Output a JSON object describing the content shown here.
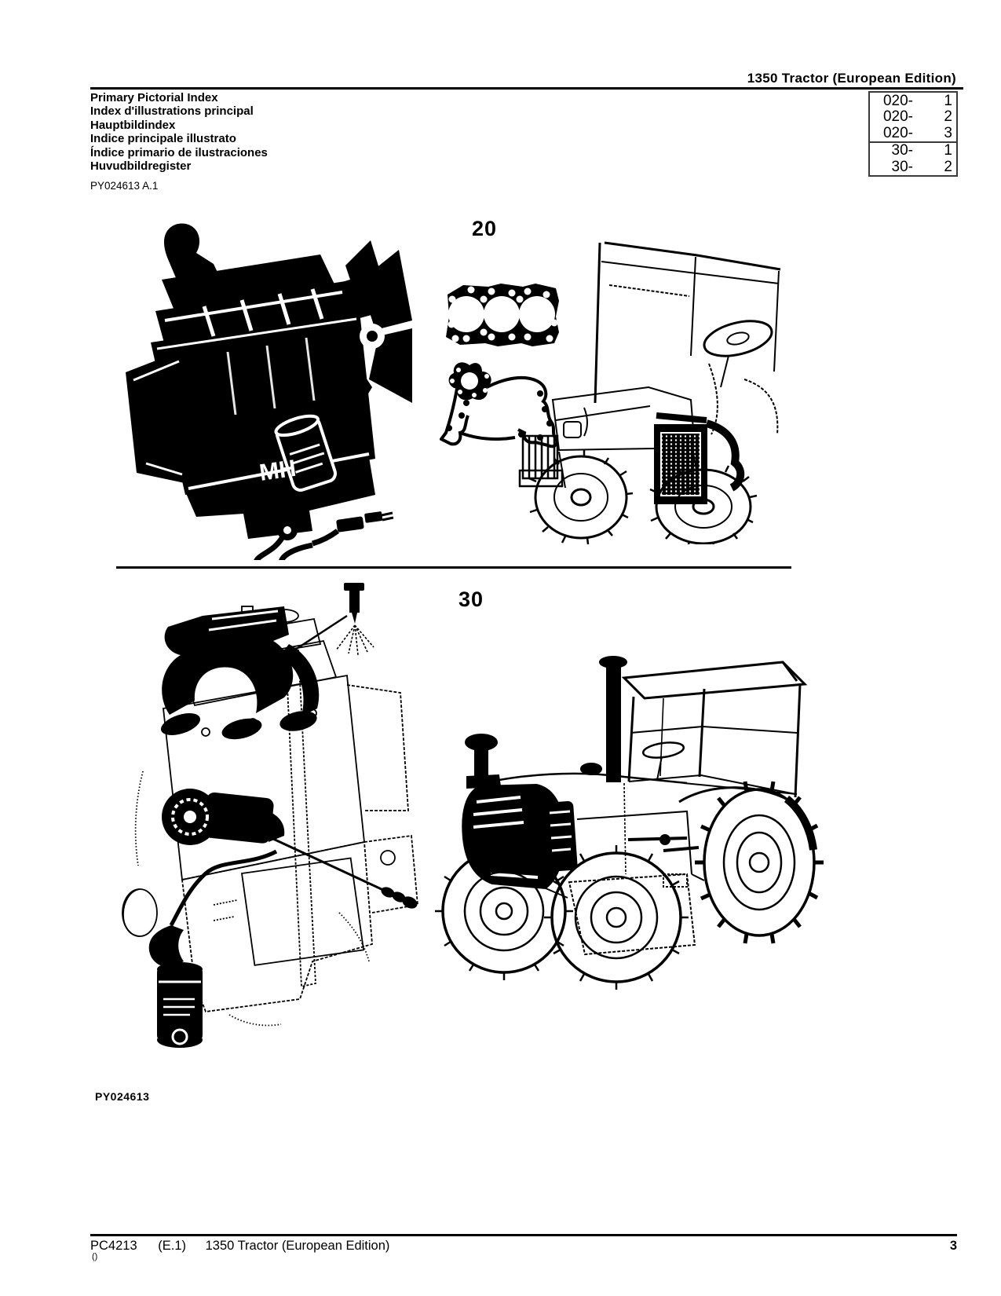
{
  "header": {
    "product_title": "1350 Tractor (European Edition)",
    "section_titles": [
      "Primary Pictorial Index",
      "Index d'illustrations principal",
      "Hauptbildindex",
      "Indice principale illustrato",
      "Índice primario de ilustraciones",
      "Huvudbildregister"
    ],
    "figure_code": "PY024613 A.1",
    "index_table": {
      "rows": [
        {
          "section": "020-",
          "page": "1"
        },
        {
          "section": "020-",
          "page": "2"
        },
        {
          "section": "020-",
          "page": "3"
        },
        {
          "section": "30-",
          "page": "1"
        },
        {
          "section": "30-",
          "page": "2"
        }
      ]
    }
  },
  "sections": [
    {
      "label": "20",
      "illustrations": [
        "engine-assembly-silhouette",
        "cylinder-head-gasket-and-timing-cover-gasket",
        "tractor-front-three-quarter-view"
      ]
    },
    {
      "label": "30",
      "figure_code": "PY024613",
      "illustrations": [
        "engine-with-fuel-injection-system",
        "tractor-with-cab-side-view"
      ]
    }
  ],
  "footer": {
    "catalog_code": "PC4213",
    "edition": "(E.1)",
    "title": "1350 Tractor (European Edition)",
    "page_number": "3",
    "note": "()"
  },
  "colors": {
    "ink": "#000000",
    "paper": "#ffffff"
  }
}
